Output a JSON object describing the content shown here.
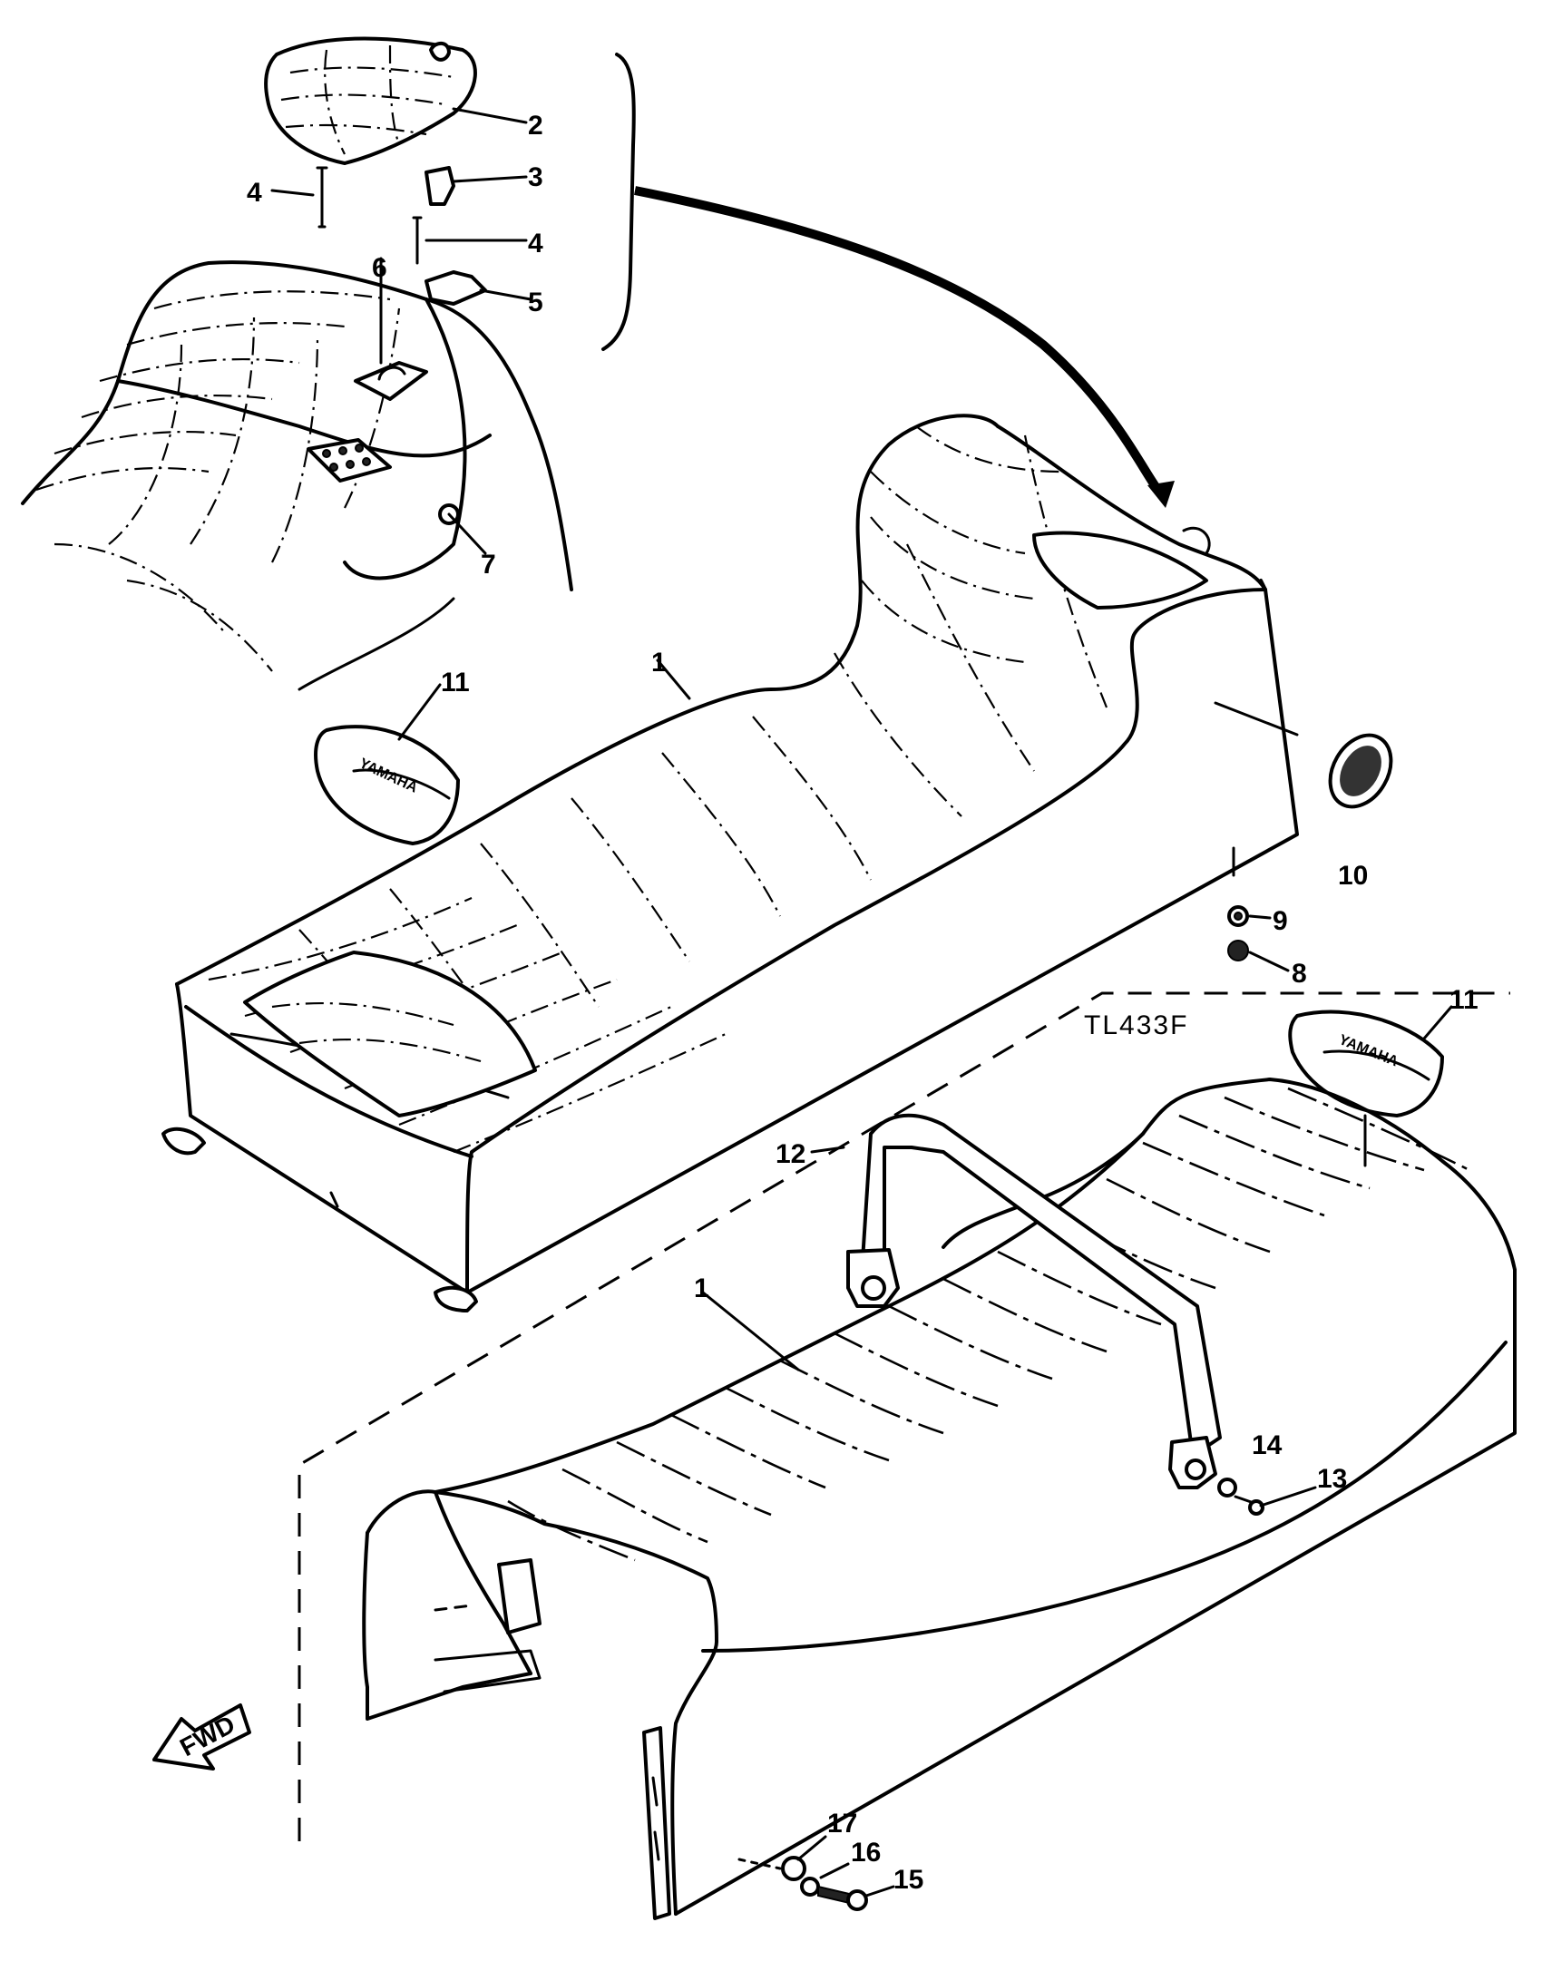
{
  "diagram": {
    "model_label": "TL433F",
    "forward_indicator": "FWD",
    "badge_text": "YAMAHA",
    "callouts": {
      "c1a": "1",
      "c1b": "1",
      "c2": "2",
      "c3": "3",
      "c4a": "4",
      "c4b": "4",
      "c5": "5",
      "c6": "6",
      "c7": "7",
      "c8": "8",
      "c9": "9",
      "c10": "10",
      "c11a": "11",
      "c11b": "11",
      "c12": "12",
      "c13": "13",
      "c14": "14",
      "c15": "15",
      "c16": "16",
      "c17": "17"
    }
  }
}
